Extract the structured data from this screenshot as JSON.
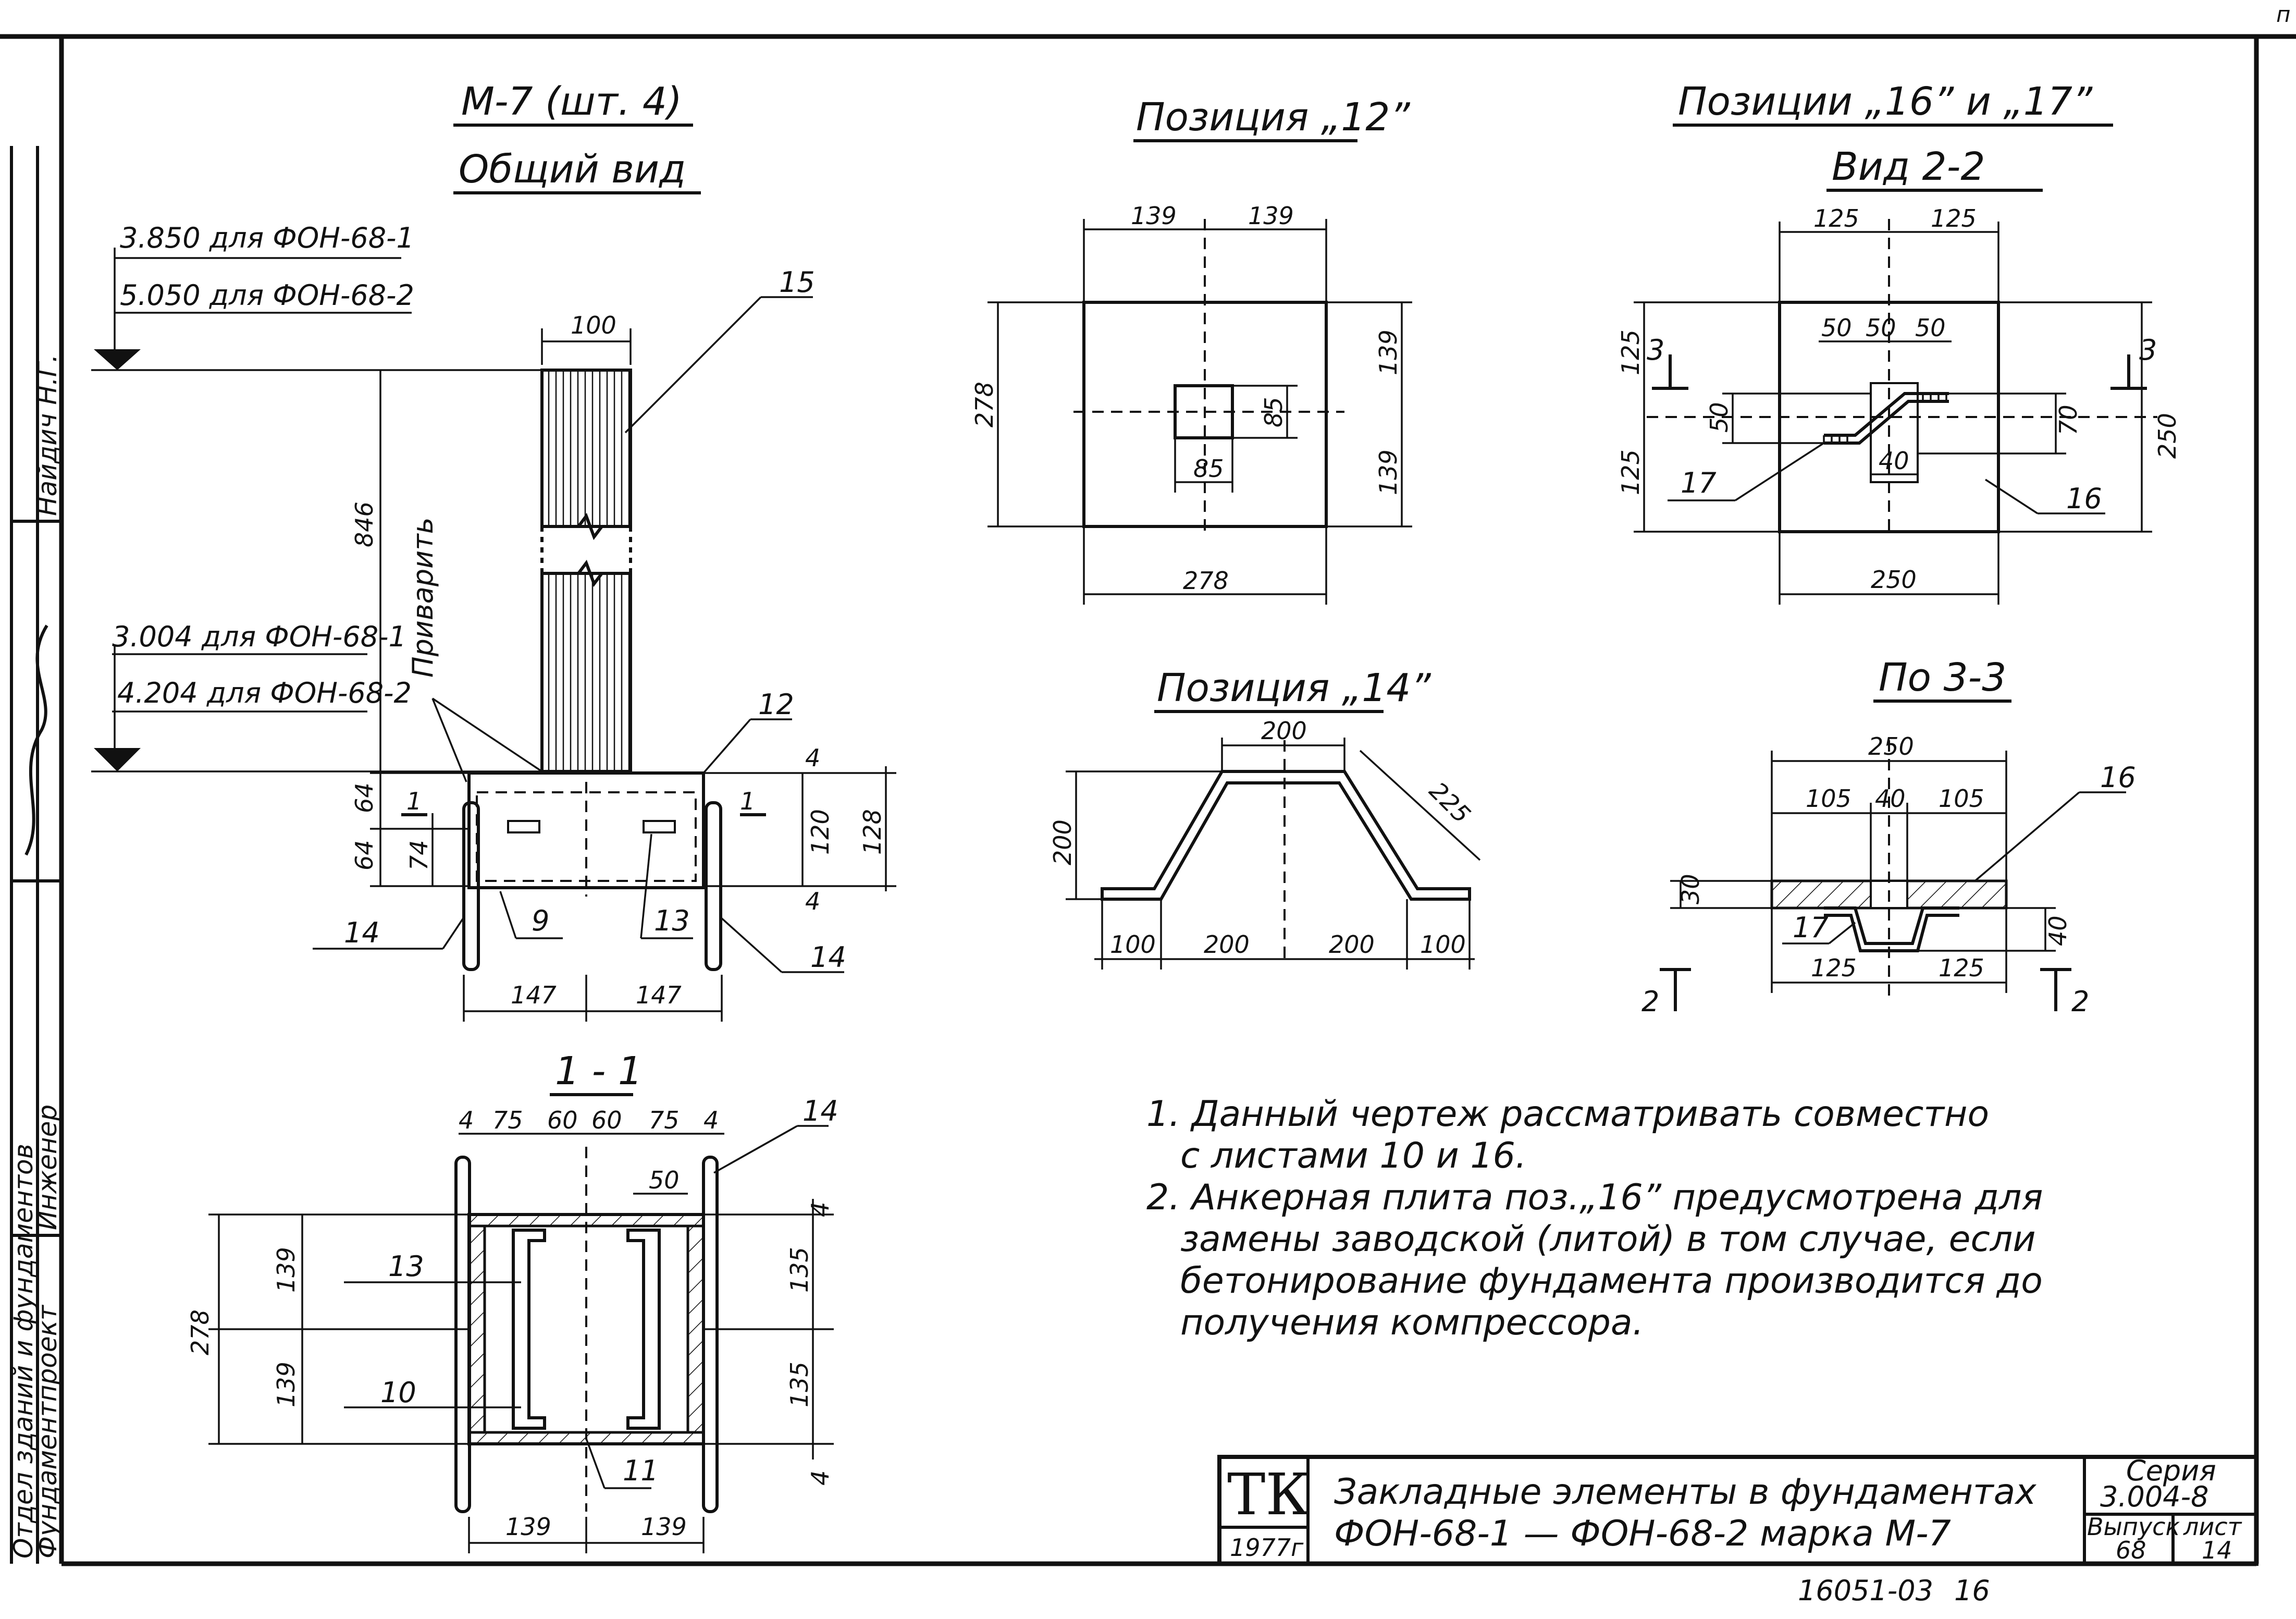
{
  "general_view": {
    "title_line1": "М-7 (шт. 4)",
    "title_line2": "Общий вид",
    "level_top_1": "3.850 для ФОН-68-1",
    "level_top_2": "5.050 для ФОН-68-2",
    "level_bot_1": "3.004 для ФОН-68-1",
    "level_bot_2": "4.204 для ФОН-68-2",
    "weld_note": "Приварить",
    "dims": {
      "d100": "100",
      "d846": "846",
      "d64a": "64",
      "d64b": "64",
      "d74": "74",
      "d120": "120",
      "d128": "128",
      "d4a": "4",
      "d4b": "4",
      "d147a": "147",
      "d147b": "147"
    },
    "marks": {
      "m15": "15",
      "m12": "12",
      "m9": "9",
      "m13": "13",
      "m14a": "14",
      "m14b": "14",
      "cut1a": "1",
      "cut1b": "1"
    }
  },
  "section_1_1": {
    "title": "1 - 1",
    "dims": {
      "d4a": "4",
      "d75a": "75",
      "d60a": "60",
      "d60b": "60",
      "d75b": "75",
      "d4b": "4",
      "d50": "50",
      "d4c": "4",
      "d135a": "135",
      "d135b": "135",
      "d4d": "4",
      "d278": "278",
      "d139a": "139",
      "d139b": "139",
      "d139c": "139",
      "d139d": "139"
    },
    "marks": {
      "m14": "14",
      "m13": "13",
      "m10": "10",
      "m11": "11"
    }
  },
  "pos12": {
    "title": "Позиция „12”",
    "dims": {
      "d139a": "139",
      "d139b": "139",
      "d278l": "278",
      "d139r1": "139",
      "d139r2": "139",
      "d85v": "85",
      "d85h": "85",
      "d278b": "278"
    }
  },
  "pos14": {
    "title": "Позиция „14”",
    "dims": {
      "d200t": "200",
      "d225": "225",
      "d200v": "200",
      "d100a": "100",
      "d200a": "200",
      "d200b": "200",
      "d100b": "100"
    }
  },
  "pos16_17": {
    "title_line1": "Позиции „16” и „17”",
    "title_line2": "Вид 2-2",
    "dims": {
      "d125a": "125",
      "d125b": "125",
      "d50a": "50",
      "d50b": "50",
      "d50c": "50",
      "d125l1": "125",
      "d125l2": "125",
      "d50v": "50",
      "d70": "70",
      "d40": "40",
      "d250r": "250",
      "d250b": "250"
    },
    "marks": {
      "m17": "17",
      "m16": "16",
      "cut3a": "3",
      "cut3b": "3"
    }
  },
  "section_3_3": {
    "title": "По 3-3",
    "dims": {
      "d250": "250",
      "d105a": "105",
      "d40t": "40",
      "d105b": "105",
      "d30": "30",
      "d40r": "40",
      "d125a": "125",
      "d125b": "125"
    },
    "marks": {
      "m16": "16",
      "m17": "17",
      "cut2a": "2",
      "cut2b": "2"
    }
  },
  "notes": {
    "n1_line1": "1. Данный чертеж рассматривать совместно",
    "n1_line2": "с листами 10 и 16.",
    "n2_line1": "2. Анкерная плита поз.„16” предусмотрена для",
    "n2_line2": "замены заводской (литой) в том случае, если",
    "n2_line3": "бетонирование фундамента производится до",
    "n2_line4": "получения компрессора."
  },
  "title_block": {
    "logo": "ТК",
    "year": "1977г",
    "description_line1": "Закладные элементы в фундаментах",
    "description_line2": "ФОН-68-1 — ФОН-68-2 марка М-7",
    "series_label": "Серия",
    "series_value": "3.004-8",
    "issue_label": "Выпуск",
    "issue_value": "68",
    "sheet_label": "лист",
    "sheet_value": "14"
  },
  "side_stamp": {
    "org_line1": "Отдел зданий и фундаментов",
    "org_line2": "Фундаментпроект",
    "role": "Инженер",
    "name": "Найдич Н.Г."
  },
  "footer": {
    "number": "16051-03",
    "page": "16",
    "corner": "п"
  }
}
